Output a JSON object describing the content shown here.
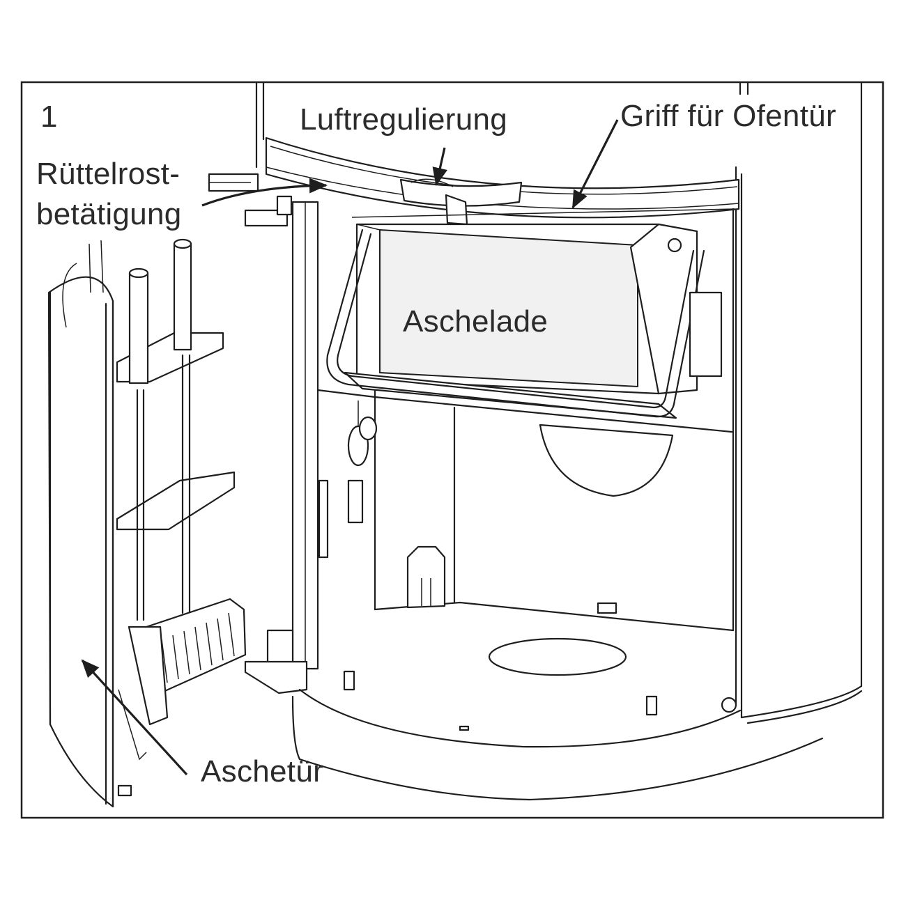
{
  "figure_number": "1",
  "labels": {
    "luftregulierung": "Luftregulierung",
    "griff": "Griff für Ofentür",
    "ruettelrost_line1": "Rüttelrost-",
    "ruettelrost_line2": "betätigung",
    "aschelade": "Aschelade",
    "aschetuer": "Aschetür"
  },
  "colors": {
    "line": "#1e1e1e",
    "text": "#2b2b2b",
    "background": "#ffffff"
  }
}
